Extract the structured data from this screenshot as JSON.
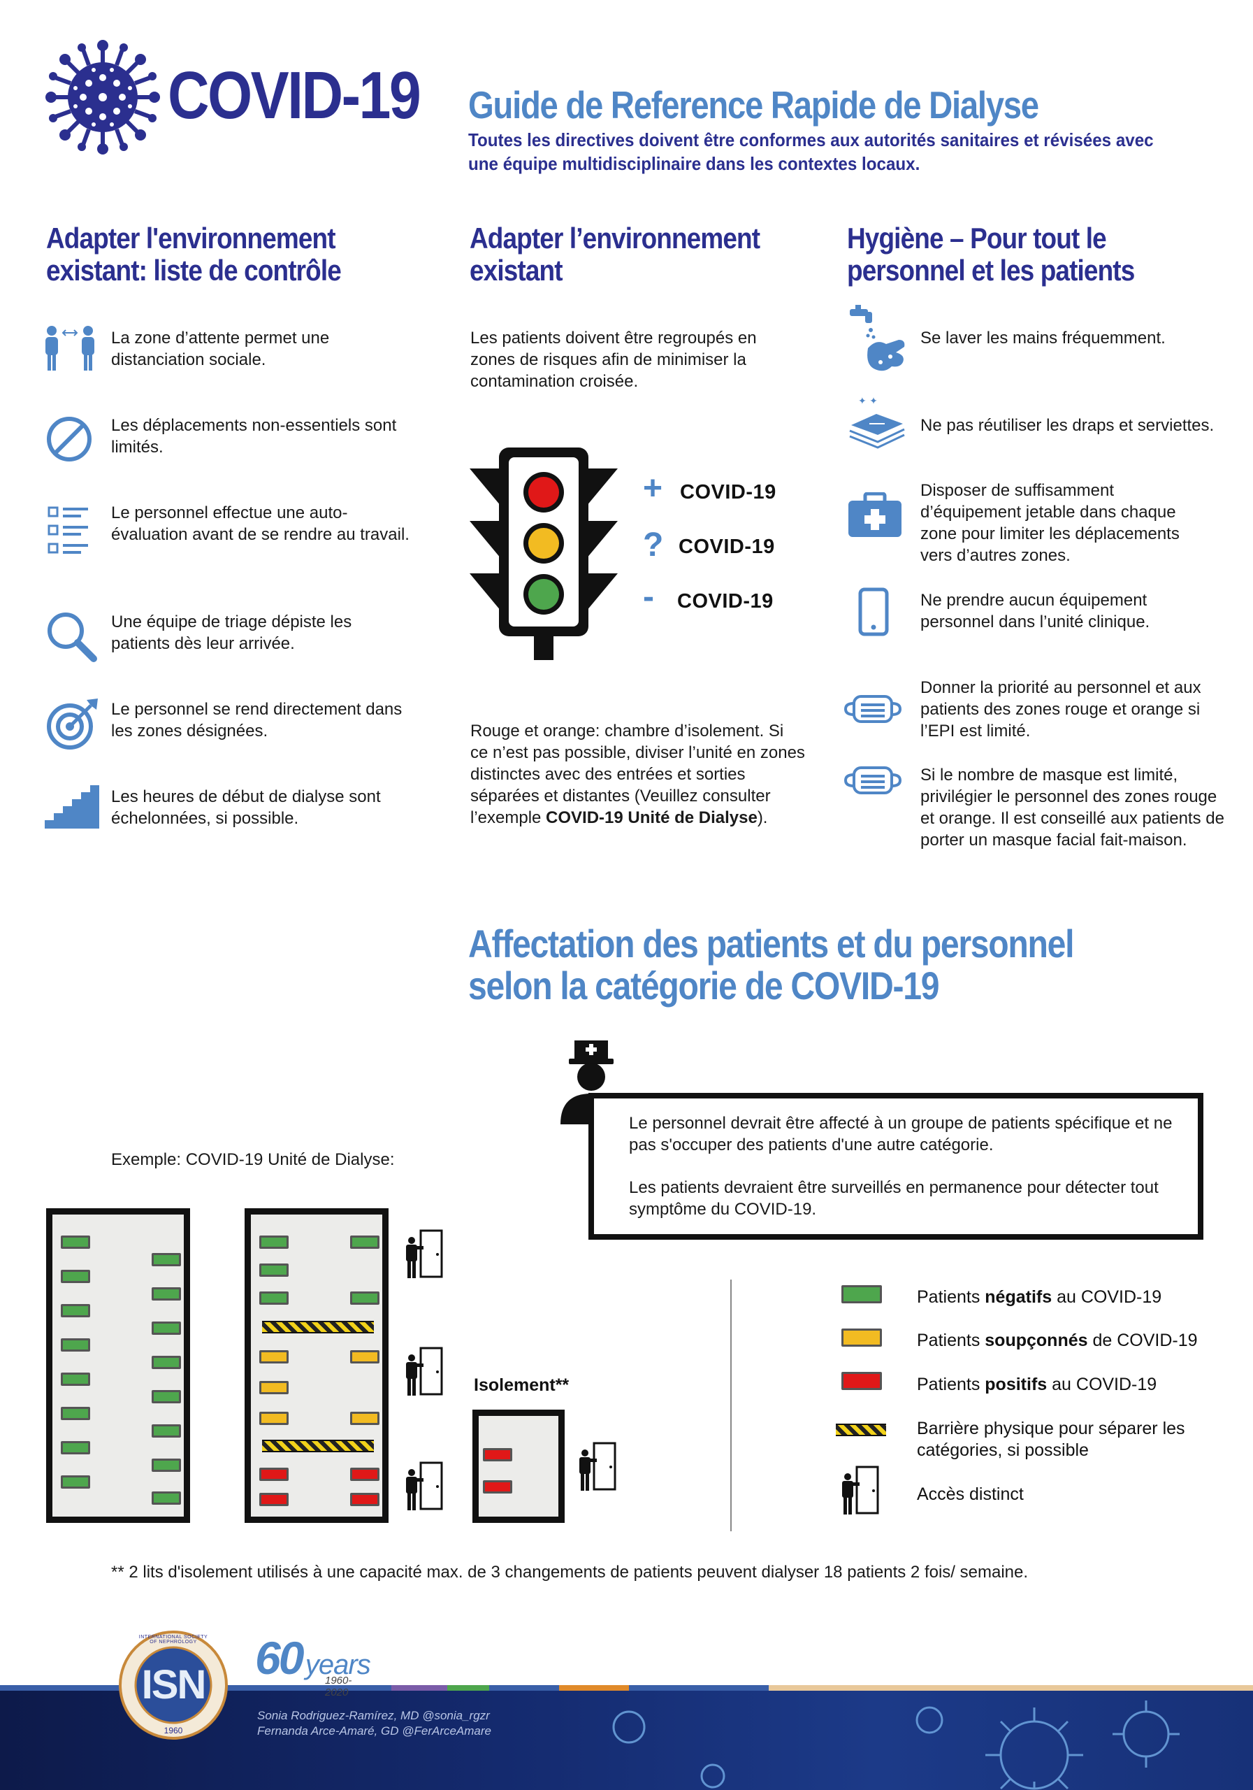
{
  "header": {
    "logo_text": "COVID-19",
    "title": "Guide de Reference Rapide de Dialyse",
    "subtitle": "Toutes les directives doivent être conformes aux autorités sanitaires et révisées avec une équipe multidisciplinaire dans les contextes locaux."
  },
  "col1": {
    "heading": "Adapter l'environnement existant: liste de contrôle",
    "items": [
      {
        "icon": "social-distance-icon",
        "text": "La zone d’attente permet une distanciation sociale."
      },
      {
        "icon": "prohibited-icon",
        "text": "Les déplacements non-essentiels sont limités."
      },
      {
        "icon": "checklist-icon",
        "text": "Le personnel effectue une auto-évaluation avant de se rendre au travail."
      },
      {
        "icon": "magnifier-icon",
        "text": "Une équipe de triage dépiste les patients dès leur arrivée."
      },
      {
        "icon": "target-icon",
        "text": "Le personnel se rend directement dans les zones désignées."
      },
      {
        "icon": "stairs-icon",
        "text": "Les heures de début de dialyse sont échelonnées, si possible."
      }
    ]
  },
  "col2": {
    "heading": "Adapter l’environnement existant",
    "intro": "Les patients doivent être regroupés en zones de risques afin de minimiser la contamination croisée.",
    "traffic": [
      {
        "sign": "+",
        "label": "COVID-19"
      },
      {
        "sign": "?",
        "label": "COVID-19"
      },
      {
        "sign": "-",
        "label": "COVID-19"
      }
    ],
    "note_a": "Rouge et orange: chambre d’isolement. Si ce n’est pas possible, diviser l’unité en zones distinctes avec des entrées et sorties séparées et distantes (Veuillez consulter l’exemple ",
    "note_bold": "COVID-19 Unité de Dialyse",
    "note_c": ")."
  },
  "col3": {
    "heading": "Hygiène – Pour tout le personnel et les patients",
    "items": [
      {
        "icon": "handwash-icon",
        "text": "Se laver les mains fréquemment."
      },
      {
        "icon": "towels-icon",
        "text": "Ne pas réutiliser les draps et serviettes."
      },
      {
        "icon": "medical-kit-icon",
        "text": "Disposer de suffisamment d’équipement jetable dans chaque zone pour limiter les déplacements vers d’autres zones."
      },
      {
        "icon": "phone-icon",
        "text": "Ne prendre aucun équipement personnel dans l’unité clinique."
      },
      {
        "icon": "mask-icon",
        "text": "Donner la priorité au personnel et aux patients des zones rouge et orange si l’EPI est limité."
      },
      {
        "icon": "mask-icon",
        "text": "Si le nombre de masque est limité, privilégier le personnel des zones rouge et orange. Il est conseillé aux patients de porter un masque facial fait-maison."
      }
    ]
  },
  "allocation": {
    "title_line1": "Affectation des patients et du personnel",
    "title_line2": "selon la catégorie de COVID-19",
    "box_p1": "Le personnel devrait être affecté à un groupe de patients spécifique et ne pas s'occuper des patients d'une autre catégorie.",
    "box_p2": "Les patients devraient être surveillés en permanence pour détecter tout symptôme du COVID-19.",
    "example_label": "Exemple: COVID-19 Unité de Dialyse:",
    "isolation_label": "Isolement**",
    "legend": [
      {
        "key": "green",
        "pre": "Patients ",
        "bold": "négatifs",
        "post": " au COVID-19"
      },
      {
        "key": "yellow",
        "pre": "Patients ",
        "bold": "soupçonnés",
        "post": " de COVID-19"
      },
      {
        "key": "red",
        "pre": "Patients ",
        "bold": "positifs",
        "post": " au COVID-19"
      },
      {
        "key": "barrier",
        "pre": "Barrière physique pour séparer les catégories, si possible",
        "bold": "",
        "post": ""
      },
      {
        "key": "access",
        "pre": "Accès distinct",
        "bold": "",
        "post": ""
      }
    ],
    "footnote": "** 2 lits d'isolement utilisés à une capacité max. de 3 changements de patients peuvent dialyser 18 patients 2 fois/ semaine."
  },
  "footer": {
    "isn_text": "ISN",
    "isn_ring": "INTERNATIONAL SOCIETY OF NEPHROLOGY",
    "isn_year": "1960",
    "years_num": "60",
    "years_word": "years",
    "years_range": "1960-2020",
    "credit1": "Sonia Rodriguez-Ramírez, MD @sonia_rgzr",
    "credit2": "Fernanda Arce-Amaré, GD @FerArceAmare"
  },
  "colors": {
    "navy": "#2b2f8f",
    "blue": "#4f86c6",
    "green": "#4ea64d",
    "yellow": "#f2bb22",
    "red": "#e01818"
  }
}
